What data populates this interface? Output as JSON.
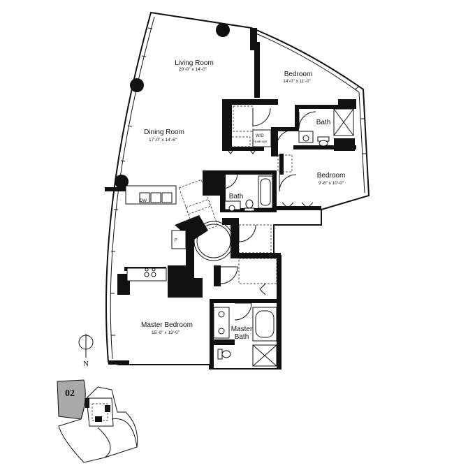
{
  "rooms": {
    "living": {
      "name": "Living Room",
      "dims": "20'-0\" x 14'-0\""
    },
    "bedroom1": {
      "name": "Bedroom",
      "dims": "14'-0\" x 11'-0\""
    },
    "dining": {
      "name": "Dining Room",
      "dims": "17'-0\" x 14'-6\""
    },
    "bedroom2": {
      "name": "Bedroom",
      "dims": "9'-6\" x 10'-0\""
    },
    "bath1": {
      "name": "Bath"
    },
    "bath2": {
      "name": "Bath"
    },
    "master_bedroom": {
      "name": "Master Bedroom",
      "dims": "15'-0\" x 13'-0\""
    },
    "master_bath": {
      "line1": "Master",
      "line2": "Bath"
    }
  },
  "labels": {
    "wd_line1": "W/D",
    "wd_line2": "Hook-ups",
    "dw": "DW",
    "fridge": "F"
  },
  "compass": {
    "label": "N"
  },
  "key_plan": {
    "unit_number": "02",
    "highlight_color": "#a9a9a9"
  },
  "colors": {
    "wall": "#111111",
    "background": "#ffffff"
  }
}
